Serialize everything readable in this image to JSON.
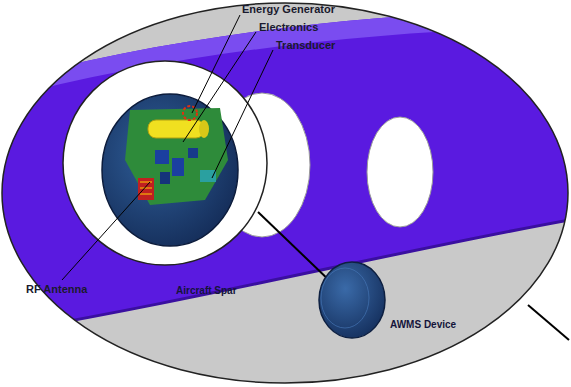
{
  "diagram": {
    "labels": [
      "Energy Generator",
      "Electronics",
      "Transducer",
      "RF Antenna",
      "Aircraft Spar",
      "AWMS Device"
    ]
  }
}
